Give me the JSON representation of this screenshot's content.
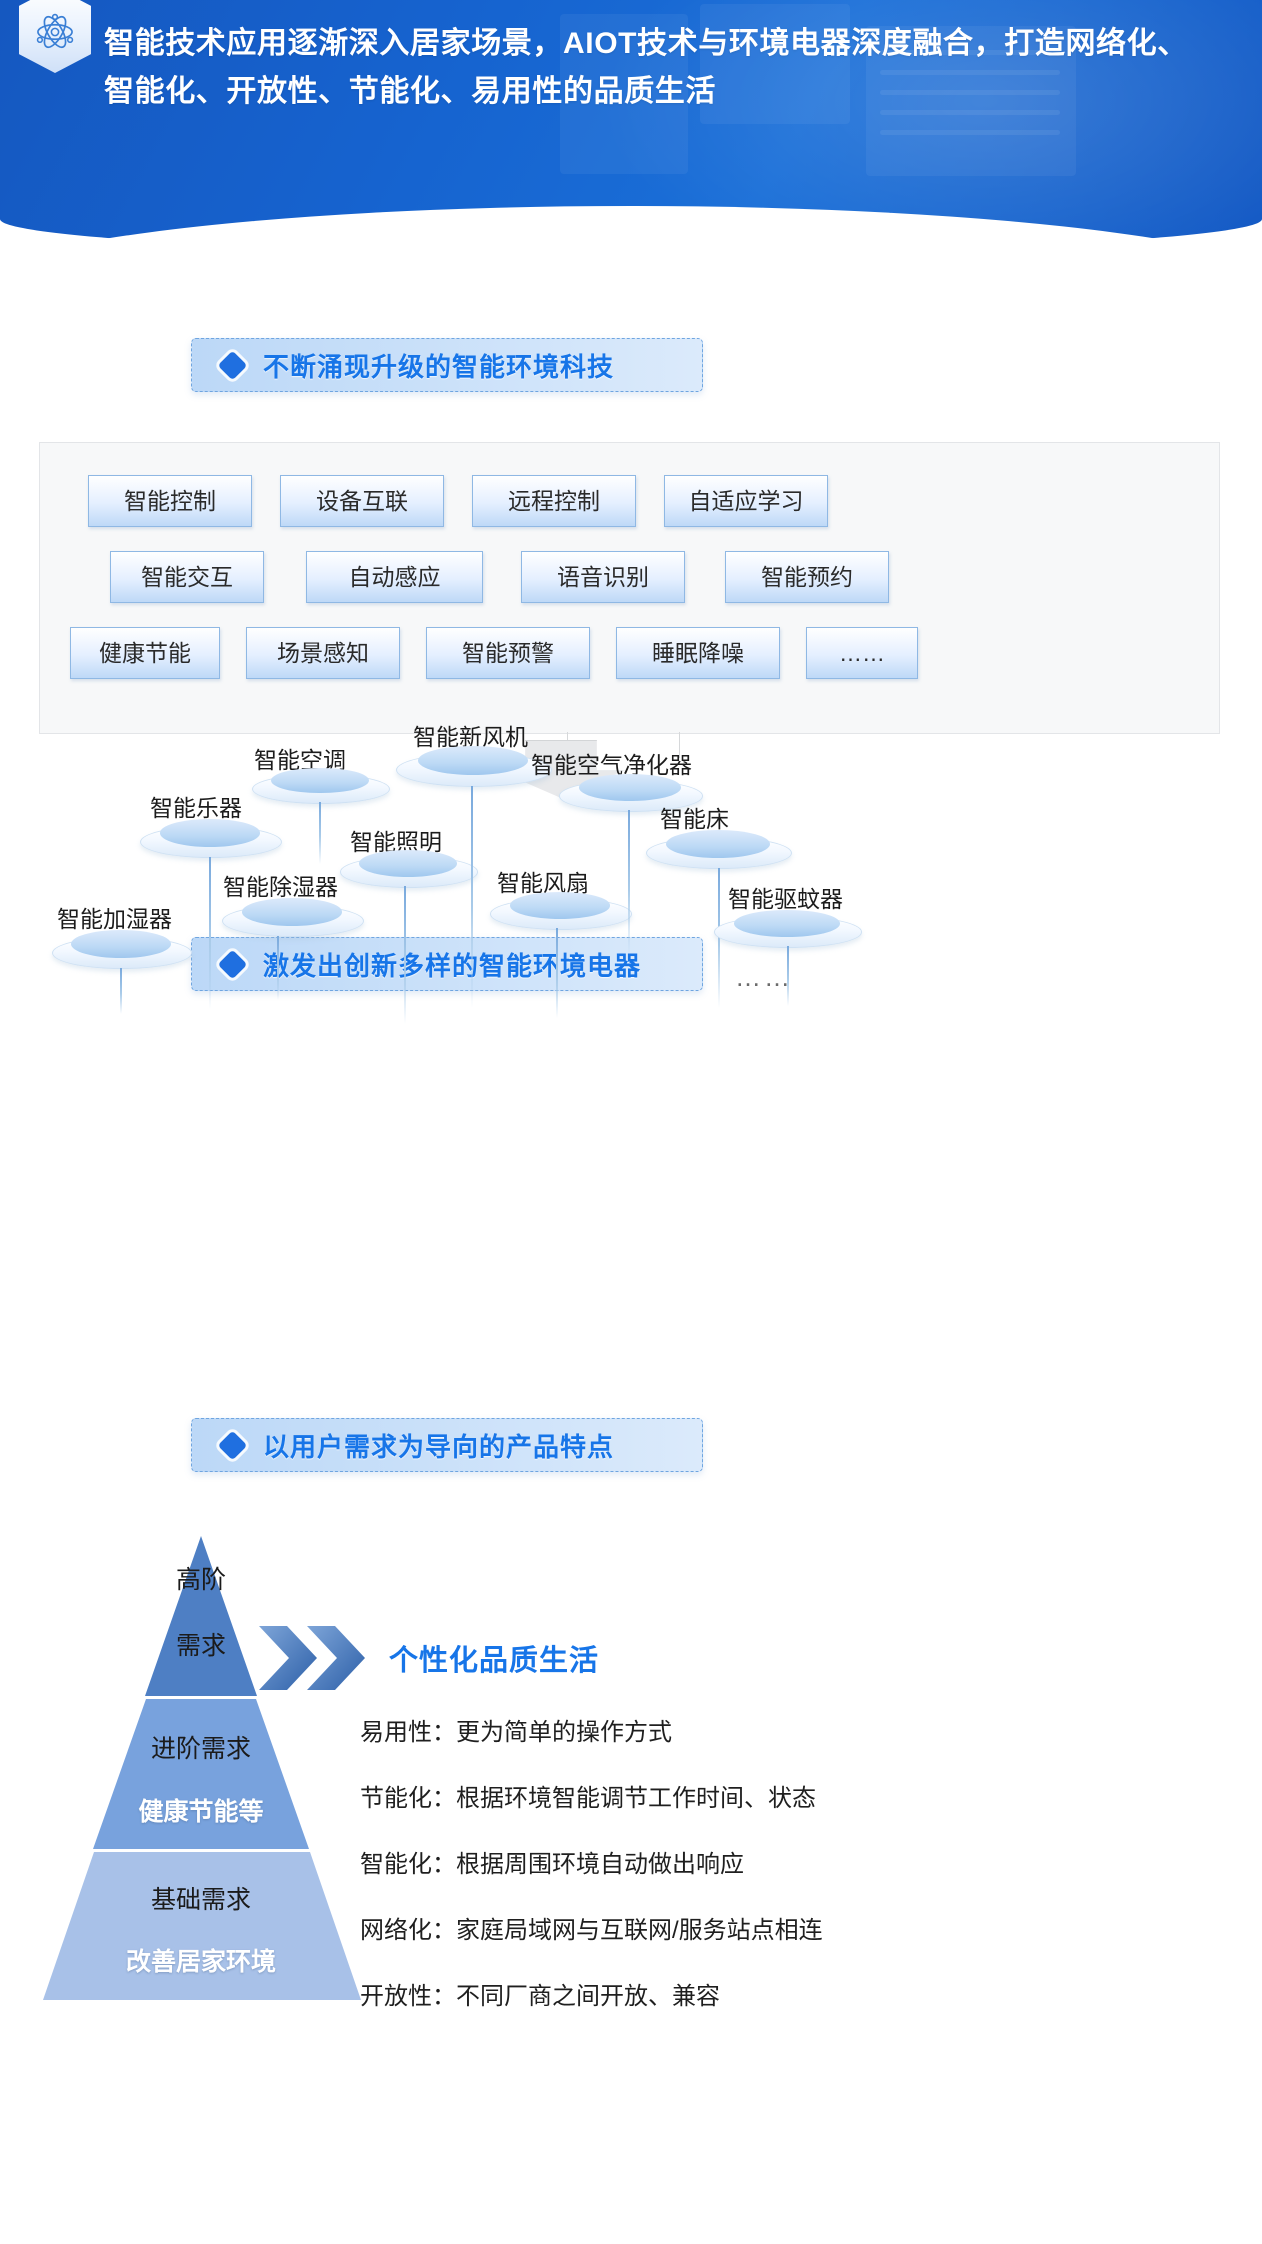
{
  "header": {
    "badge_icon": "atom-icon",
    "title": "智能技术应用逐渐深入居家场景，AIOT技术与环境电器深度融合，打造网络化、智能化、开放性、节能化、易用性的品质生活",
    "bg_color": "#1663cf",
    "title_color": "#ffffff"
  },
  "sections": [
    {
      "bullet": "diamond-icon",
      "title": "不断涌现升级的智能环境科技"
    },
    {
      "bullet": "diamond-icon",
      "title": "激发出创新多样的智能环境电器"
    },
    {
      "bullet": "diamond-icon",
      "title": "以用户需求为导向的产品特点"
    }
  ],
  "tech_tags": {
    "row1": [
      "智能控制",
      "设备互联",
      "远程控制",
      "自适应学习"
    ],
    "row2": [
      "智能交互",
      "自动感应",
      "语音识别",
      "智能预约"
    ],
    "row3": [
      "健康节能",
      "场景感知",
      "智能预警",
      "睡眠降噪",
      "……"
    ]
  },
  "devices": [
    {
      "label": "智能加湿器"
    },
    {
      "label": "智能乐器"
    },
    {
      "label": "智能除湿器"
    },
    {
      "label": "智能空调"
    },
    {
      "label": "智能照明"
    },
    {
      "label": "智能新风机"
    },
    {
      "label": "智能风扇"
    },
    {
      "label": "智能空气净化器"
    },
    {
      "label": "智能床"
    },
    {
      "label": "智能驱蚊器"
    }
  ],
  "devices_more": "……",
  "pyramid": {
    "levels": [
      {
        "title": "高阶",
        "subtitle": "需求",
        "title_style": "dark",
        "subtitle_style": "dark",
        "color": "#4e7fc4"
      },
      {
        "title": "进阶需求",
        "subtitle": "健康节能等",
        "title_style": "dark",
        "subtitle_style": "light",
        "color": "#78a2dd"
      },
      {
        "title": "基础需求",
        "subtitle": "改善居家环境",
        "title_style": "dark",
        "subtitle_style": "light",
        "color": "#a8c1e8"
      }
    ]
  },
  "features": {
    "icon": "double-chevron-right-icon",
    "title": "个性化品质生活",
    "title_color": "#1775e8",
    "items": [
      "易用性：更为简单的操作方式",
      "节能化：根据环境智能调节工作时间、状态",
      "智能化：根据周围环境自动做出响应",
      "网络化：家庭局域网与互联网/服务站点相连",
      "开放性：不同厂商之间开放、兼容"
    ]
  }
}
